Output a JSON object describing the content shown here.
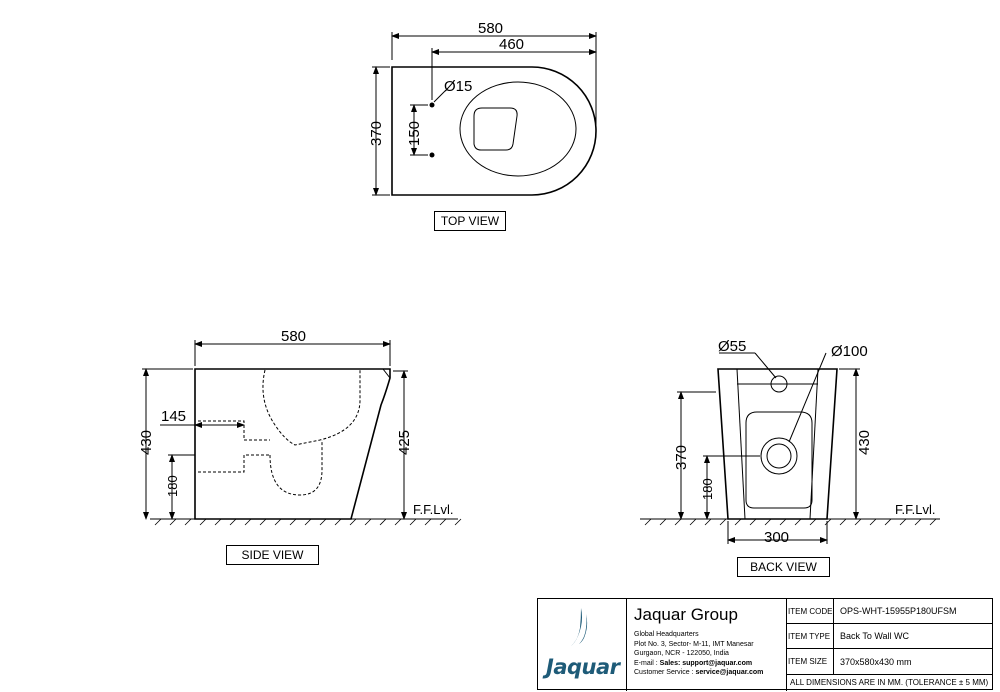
{
  "top_view": {
    "label": "TOP VIEW",
    "dim_overall_length": "580",
    "dim_partial_length": "460",
    "dim_width": "370",
    "dim_hole_spacing": "150",
    "dim_hole_dia": "Ø15"
  },
  "side_view": {
    "label": "SIDE VIEW",
    "dim_length": "580",
    "dim_height": "430",
    "dim_rear_height": "425",
    "dim_outlet_depth": "145",
    "dim_outlet_height": "180",
    "floor_label": "F.F.Lvl."
  },
  "back_view": {
    "label": "BACK VIEW",
    "dim_inlet_dia": "Ø55",
    "dim_outlet_dia": "Ø100",
    "dim_inlet_height": "370",
    "dim_outlet_height": "180",
    "dim_height": "430",
    "dim_base_width": "300",
    "floor_label": "F.F.Lvl."
  },
  "title_block": {
    "company_name": "Jaquar Group",
    "logo_text": "Jaquar",
    "address_line1": "Global Headquarters",
    "address_line2": "Plot No. 3, Sector- M-11, IMT Manesar",
    "address_line3": "Gurgaon, NCR - 122050, India",
    "email_label": "E-mail : ",
    "email_value": "Sales: support@jaquar.com",
    "service_label": "Customer Service : ",
    "service_value": "service@jaquar.com",
    "rows": [
      {
        "key": "ITEM CODE",
        "value": "OPS-WHT-15955P180UFSM"
      },
      {
        "key": "ITEM TYPE",
        "value": "Back To Wall WC"
      },
      {
        "key": "ITEM SIZE",
        "value": "370x580x430 mm"
      }
    ],
    "note": "ALL DIMENSIONS ARE IN MM. (TOLERANCE ± 5 MM)",
    "logo_color": "#1e5b78"
  }
}
